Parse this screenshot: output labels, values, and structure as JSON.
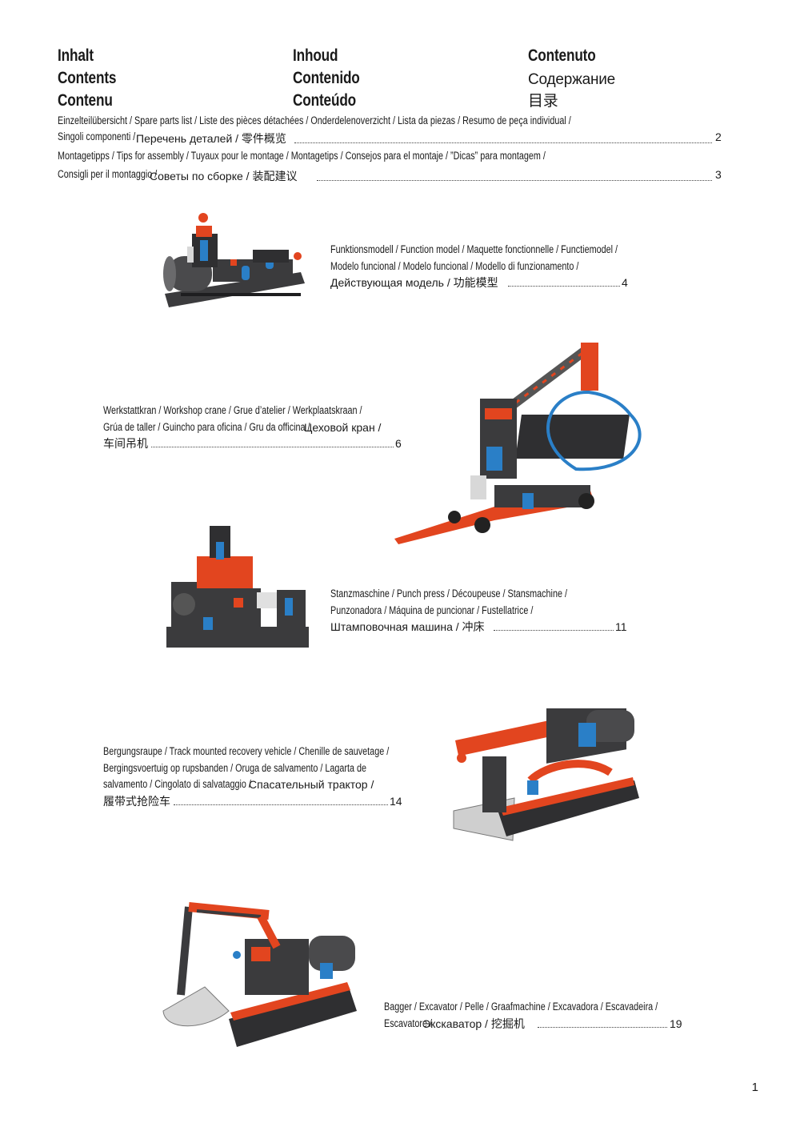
{
  "headings": {
    "col1": [
      "Inhalt",
      "Contents",
      "Contenu"
    ],
    "col2": [
      "Inhoud",
      "Contenido",
      "Conteúdo"
    ],
    "col3": [
      "Contenuto",
      "Содержание",
      "目录"
    ]
  },
  "toc": {
    "spare_line1": "Einzelteilübersicht / Spare parts list / Liste des pièces détachées / Onderdelenoverzicht / Lista da piezas / Resumo de peça individual /",
    "spare_line2_cond": "Singoli componenti /",
    "spare_line2_ru": " Перечень деталей / 零件概览 ",
    "spare_page": "2",
    "tips_line1": "Montagetipps / Tips for assembly / Tuyaux pour le montage / Montagetips / Consejos para el montaje / ”Dicas” para montagem /",
    "tips_line2_cond": "Consigli per il montaggio /",
    "tips_line2_ru": " Советы по сборке / 装配建议 ",
    "tips_page": "3"
  },
  "models": [
    {
      "lines_cond": [
        "Funktionsmodell / Function model / Maquette fonctionnelle / Functiemodel /",
        "Modelo funcional / Modelo funcional / Modello di funzionamento /"
      ],
      "last_ru": "Действующая модель / 功能模型 ",
      "page": "4",
      "image": "function-model"
    },
    {
      "lines_cond": [
        "Werkstattkran / Workshop crane / Grue d’atelier / Werkplaatskraan /",
        "Grúa de taller / Guincho para oficina / Gru da officina /"
      ],
      "line2_ru": " Цеховой кран /",
      "last_ru": "车间吊机 ",
      "page": "6",
      "image": "workshop-crane"
    },
    {
      "lines_cond": [
        "Stanzmaschine / Punch press / Découpeuse / Stansmachine /",
        "Punzonadora / Máquina de puncionar / Fustellatrice /"
      ],
      "last_ru": "Штамповочная машина / 冲床 ",
      "page": "11",
      "image": "punch-press"
    },
    {
      "lines_cond": [
        "Bergungsraupe / Track mounted recovery vehicle / Chenille de sauvetage /",
        "Bergingsvoertuig op rupsbanden / Oruga de salvamento / Lagarta de",
        "salvamento / Cingolato di salvataggio /"
      ],
      "line3_ru": " Спасательный трактор /",
      "last_ru": "履带式抢险车 ",
      "page": "14",
      "image": "recovery-vehicle"
    },
    {
      "lines_cond": [
        "Bagger / Excavator / Pelle / Graafmachine / Excavadora / Escavadeira /",
        "Escavatore /"
      ],
      "last_ru": " Экскаватор / 挖掘机",
      "page": "19",
      "image": "excavator"
    }
  ],
  "colors": {
    "orange": "#e2451f",
    "gray": "#3b3b3d",
    "blue": "#2a7fc7",
    "text": "#1a1a1a"
  },
  "page_number": "1"
}
